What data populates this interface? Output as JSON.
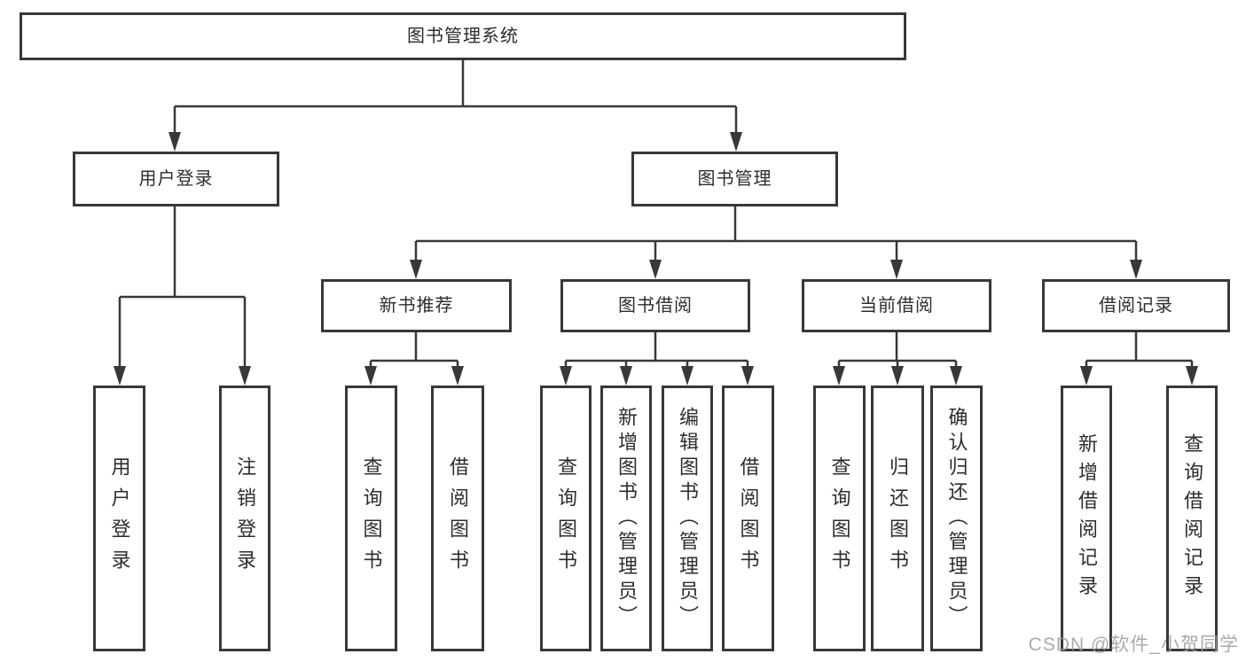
{
  "diagram": {
    "title": "图书管理系统",
    "root": {
      "label": "图书管理系统",
      "children": [
        {
          "label": "用户登录",
          "children": [
            {
              "label": "用户登录"
            },
            {
              "label": "注销登录"
            }
          ]
        },
        {
          "label": "图书管理",
          "children": [
            {
              "label": "新书推荐",
              "children": [
                {
                  "label": "查询图书"
                },
                {
                  "label": "借阅图书"
                }
              ]
            },
            {
              "label": "图书借阅",
              "children": [
                {
                  "label": "查询图书"
                },
                {
                  "label": "新增图书（管理员）"
                },
                {
                  "label": "编辑图书（管理员）"
                },
                {
                  "label": "借阅图书"
                }
              ]
            },
            {
              "label": "当前借阅",
              "children": [
                {
                  "label": "查询图书"
                },
                {
                  "label": "归还图书"
                },
                {
                  "label": "确认归还（管理员）"
                }
              ]
            },
            {
              "label": "借阅记录",
              "children": [
                {
                  "label": "新增借阅记录"
                },
                {
                  "label": "查询借阅记录"
                }
              ]
            }
          ]
        }
      ]
    },
    "line_color": "#383838",
    "box_background": "#ffffff",
    "text_color": "#2d2d2d"
  },
  "watermark": "CSDN @软件_小贺同学"
}
